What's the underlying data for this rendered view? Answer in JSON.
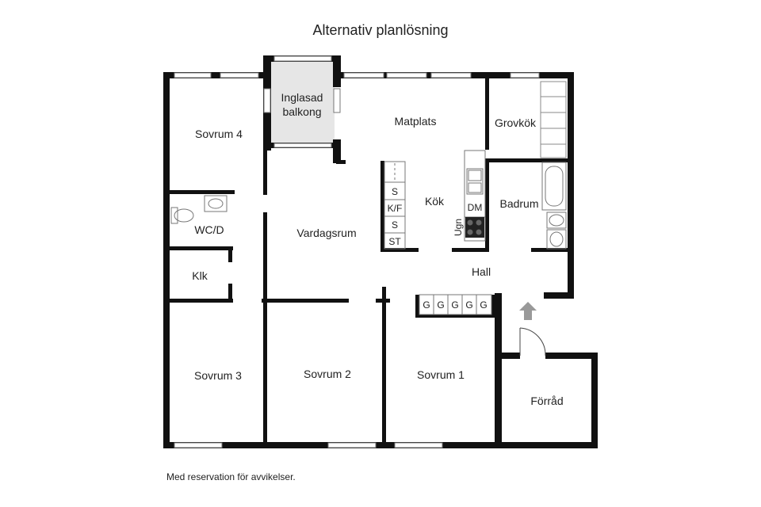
{
  "title": "Alternativ planlösning",
  "footer": "Med reservation för avvikelser.",
  "rooms": {
    "sovrum4": "Sovrum 4",
    "balkong_line1": "Inglasad",
    "balkong_line2": "balkong",
    "matplats": "Matplats",
    "grovkok": "Grovkök",
    "kok": "Kök",
    "badrum": "Badrum",
    "wc": "WC/D",
    "vardagsrum": "Vardagsrum",
    "klk": "Klk",
    "hall": "Hall",
    "sovrum3": "Sovrum 3",
    "sovrum2": "Sovrum 2",
    "sovrum1": "Sovrum 1",
    "forrad": "Förråd"
  },
  "kitchen_units": [
    "S",
    "K/F",
    "S",
    "ST"
  ],
  "appliances": {
    "dm": "DM",
    "ugn": "Ugn"
  },
  "closets": [
    "G",
    "G",
    "G",
    "G",
    "G"
  ]
}
